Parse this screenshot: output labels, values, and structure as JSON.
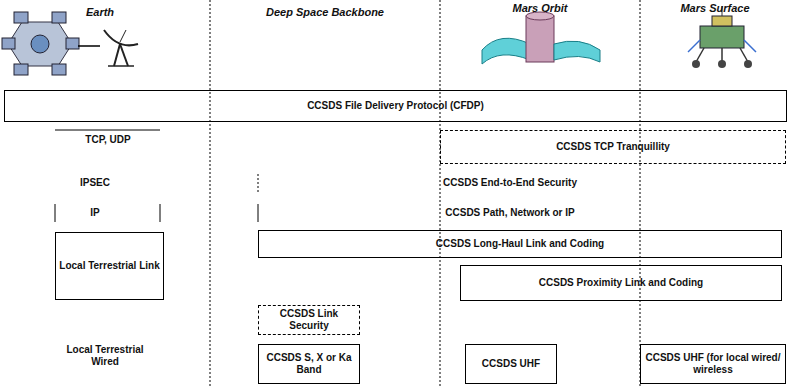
{
  "diagram": {
    "nodes": [
      {
        "text": [
          "CCSDS File Delivery Protocol (CFDP)"
        ]
      },
      {
        "text": [
          "CCSDS TCP Tranquillity"
        ]
      },
      {
        "text": [
          "Local Terrestrial Link"
        ]
      },
      {
        "text": [
          "CCSDS Long-Haul Link and Coding"
        ]
      },
      {
        "text": [
          "CCSDS Proximity Link and Coding"
        ]
      },
      {
        "text": [
          "CCSDS Link Security"
        ]
      },
      {
        "text": [
          "CCSDS S, X or Ka Band"
        ]
      },
      {
        "text": [
          "CCSDS UHF"
        ]
      },
      {
        "text": [
          "CCSDS UHF (for local wired/ wireless"
        ]
      }
    ],
    "labels": [
      "Earth",
      "Deep Space Backbone",
      "Mars Orbit",
      "Mars Surface",
      "TCP, UDP",
      "IPSEC",
      "CCSDS End-to-End Security",
      "IP",
      "CCSDS Path, Network or IP",
      "Local Terrestrial Wired"
    ]
  }
}
